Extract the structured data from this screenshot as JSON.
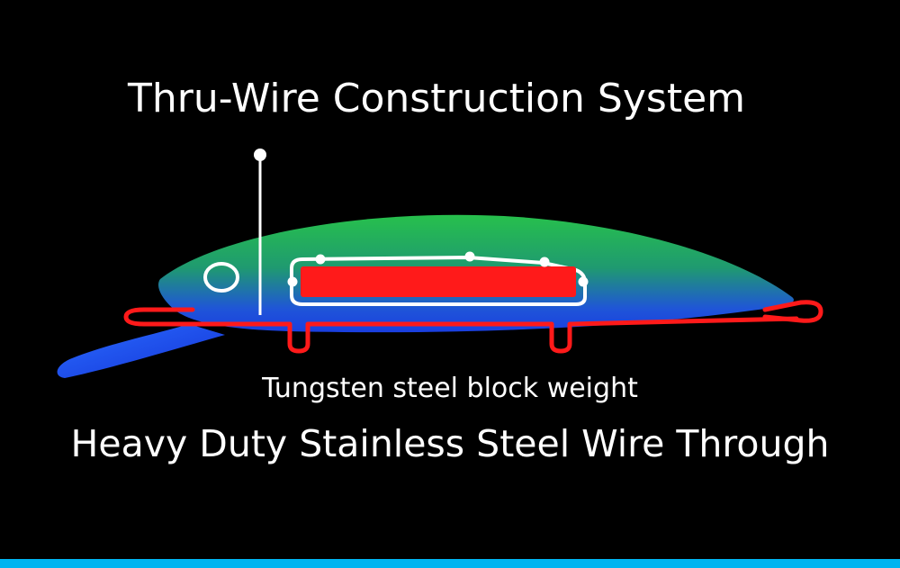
{
  "diagram": {
    "title": "Thru-Wire Construction System",
    "weight_label": "Tungsten steel block weight",
    "wire_label": "Heavy Duty Stainless Steel Wire Through"
  },
  "colors": {
    "background": "#000000",
    "body_top": "#22b84a",
    "body_bottom": "#1f3ed8",
    "lip": "#1f4ef0",
    "wire": "#ff1a1a",
    "weight_fill": "#ff1a1a",
    "outline": "#ffffff",
    "bottom_bar": "#00b4f0"
  }
}
